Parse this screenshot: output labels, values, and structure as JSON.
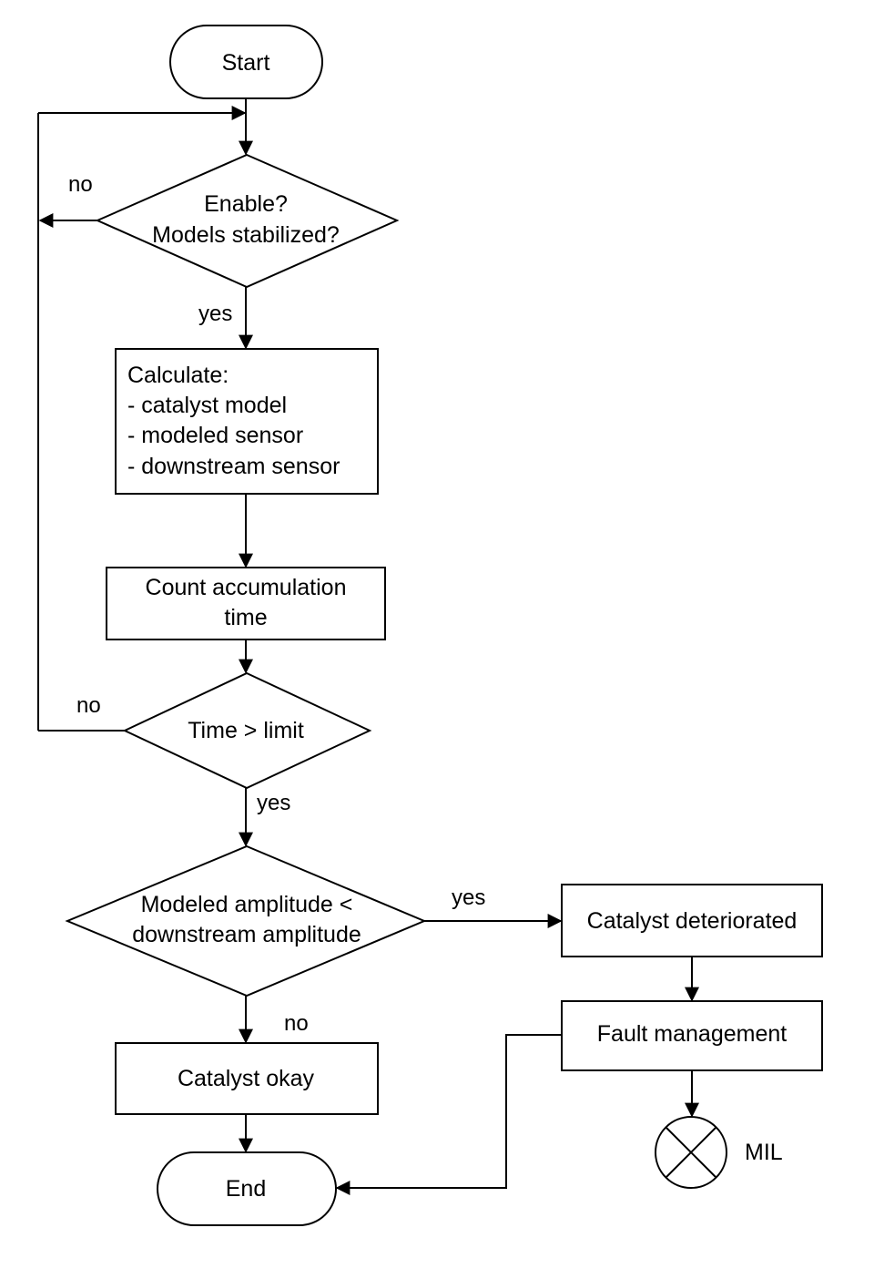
{
  "nodes": {
    "start": "Start",
    "enable_q1": "Enable?",
    "enable_q2": "Models stabilized?",
    "calc_title": "Calculate:",
    "calc_item1": "- catalyst model",
    "calc_item2": "- modeled sensor",
    "calc_item3": "- downstream sensor",
    "count1": "Count accumulation",
    "count2": "time",
    "time_check": "Time > limit",
    "amp1": "Modeled amplitude <",
    "amp2": "downstream amplitude",
    "deteriorated": "Catalyst deteriorated",
    "fault": "Fault management",
    "okay": "Catalyst okay",
    "end": "End",
    "mil": "MIL"
  },
  "edges": {
    "enable_no": "no",
    "enable_yes": "yes",
    "time_no": "no",
    "time_yes": "yes",
    "amp_yes": "yes",
    "amp_no": "no"
  },
  "colors": {
    "stroke": "#000000",
    "fill": "#ffffff"
  }
}
